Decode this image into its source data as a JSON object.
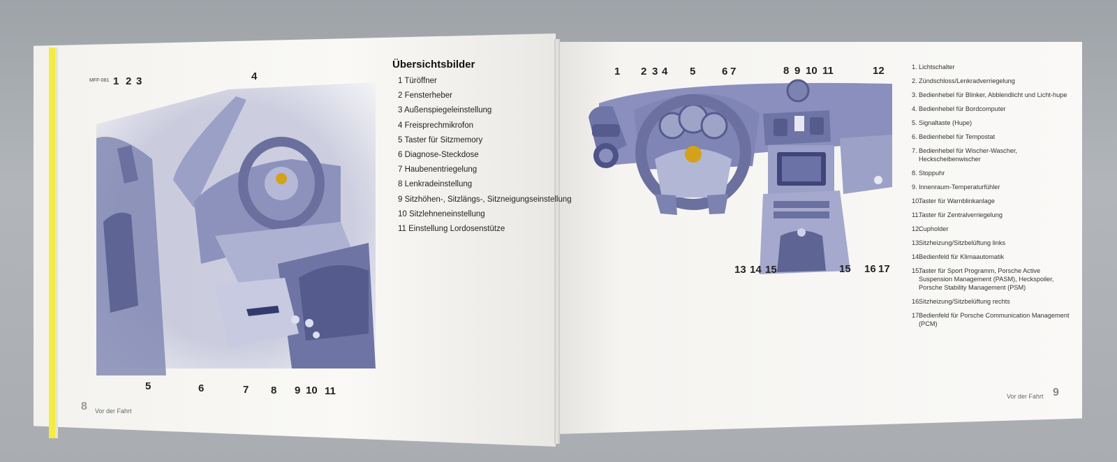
{
  "left_page": {
    "image_id": "MFF-081",
    "section_title": "Übersichtsbilder",
    "callouts_top": [
      "1",
      "2",
      "3",
      "4"
    ],
    "callouts_bottom": [
      "5",
      "6",
      "7",
      "8",
      "9",
      "10",
      "11"
    ],
    "items": [
      "1 Türöffner",
      "2 Fensterheber",
      "3 Außenspiegeleinstellung",
      "4 Freisprechmikrofon",
      "5 Taster für Sitzmemory",
      "6 Diagnose-Steckdose",
      "7 Haubenentriegelung",
      "8 Lenkradeinstellung",
      "9 Sitzhöhen-, Sitzlängs-, Sitzneigungseinstellung",
      "10 Sitzlehneneinstellung",
      "11 Einstellung Lordosenstütze"
    ],
    "page_number": "8",
    "footer_text": "Vor der Fahrt"
  },
  "right_page": {
    "callouts_top": [
      "1",
      "2",
      "3",
      "4",
      "5",
      "6",
      "7",
      "8",
      "9",
      "10",
      "11",
      "12"
    ],
    "callouts_bottom": [
      "13",
      "14",
      "15",
      "15",
      "16",
      "17"
    ],
    "items": [
      {
        "n": "1.",
        "t": "Lichtschalter"
      },
      {
        "n": "2.",
        "t": "Zündschloss/Lenkradverriegelung"
      },
      {
        "n": "3.",
        "t": "Bedienhebel für Blinker, Abblendlicht und Licht-hupe"
      },
      {
        "n": "4.",
        "t": "Bedienhebel für Bordcomputer"
      },
      {
        "n": "5.",
        "t": "Signaltaste (Hupe)"
      },
      {
        "n": "6.",
        "t": "Bedienhebel für Tempostat"
      },
      {
        "n": "7.",
        "t": "Bedienhebel für Wischer-Wascher, Heckscheibenwischer"
      },
      {
        "n": "8.",
        "t": "Stoppuhr"
      },
      {
        "n": "9.",
        "t": "Innenraum-Temperaturfühler"
      },
      {
        "n": "10.",
        "t": "Taster für Warnblinkanlage"
      },
      {
        "n": "11.",
        "t": "Taster für Zentralverriegelung"
      },
      {
        "n": "12.",
        "t": "Cupholder"
      },
      {
        "n": "13.",
        "t": "Sitzheizung/Sitzbelüftung links"
      },
      {
        "n": "14.",
        "t": "Bedienfeld für Klimaautomatik"
      },
      {
        "n": "15.",
        "t": "Taster für Sport Programm, Porsche Active Suspension Management (PASM), Heckspoiler, Porsche Stability Management (PSM)"
      },
      {
        "n": "16.",
        "t": "Sitzheizung/Sitzbelüftung rechts"
      },
      {
        "n": "17.",
        "t": "Bedienfeld für Porsche Communication Management (PCM)"
      }
    ],
    "page_number": "9",
    "footer_text": "Vor der Fahrt"
  }
}
